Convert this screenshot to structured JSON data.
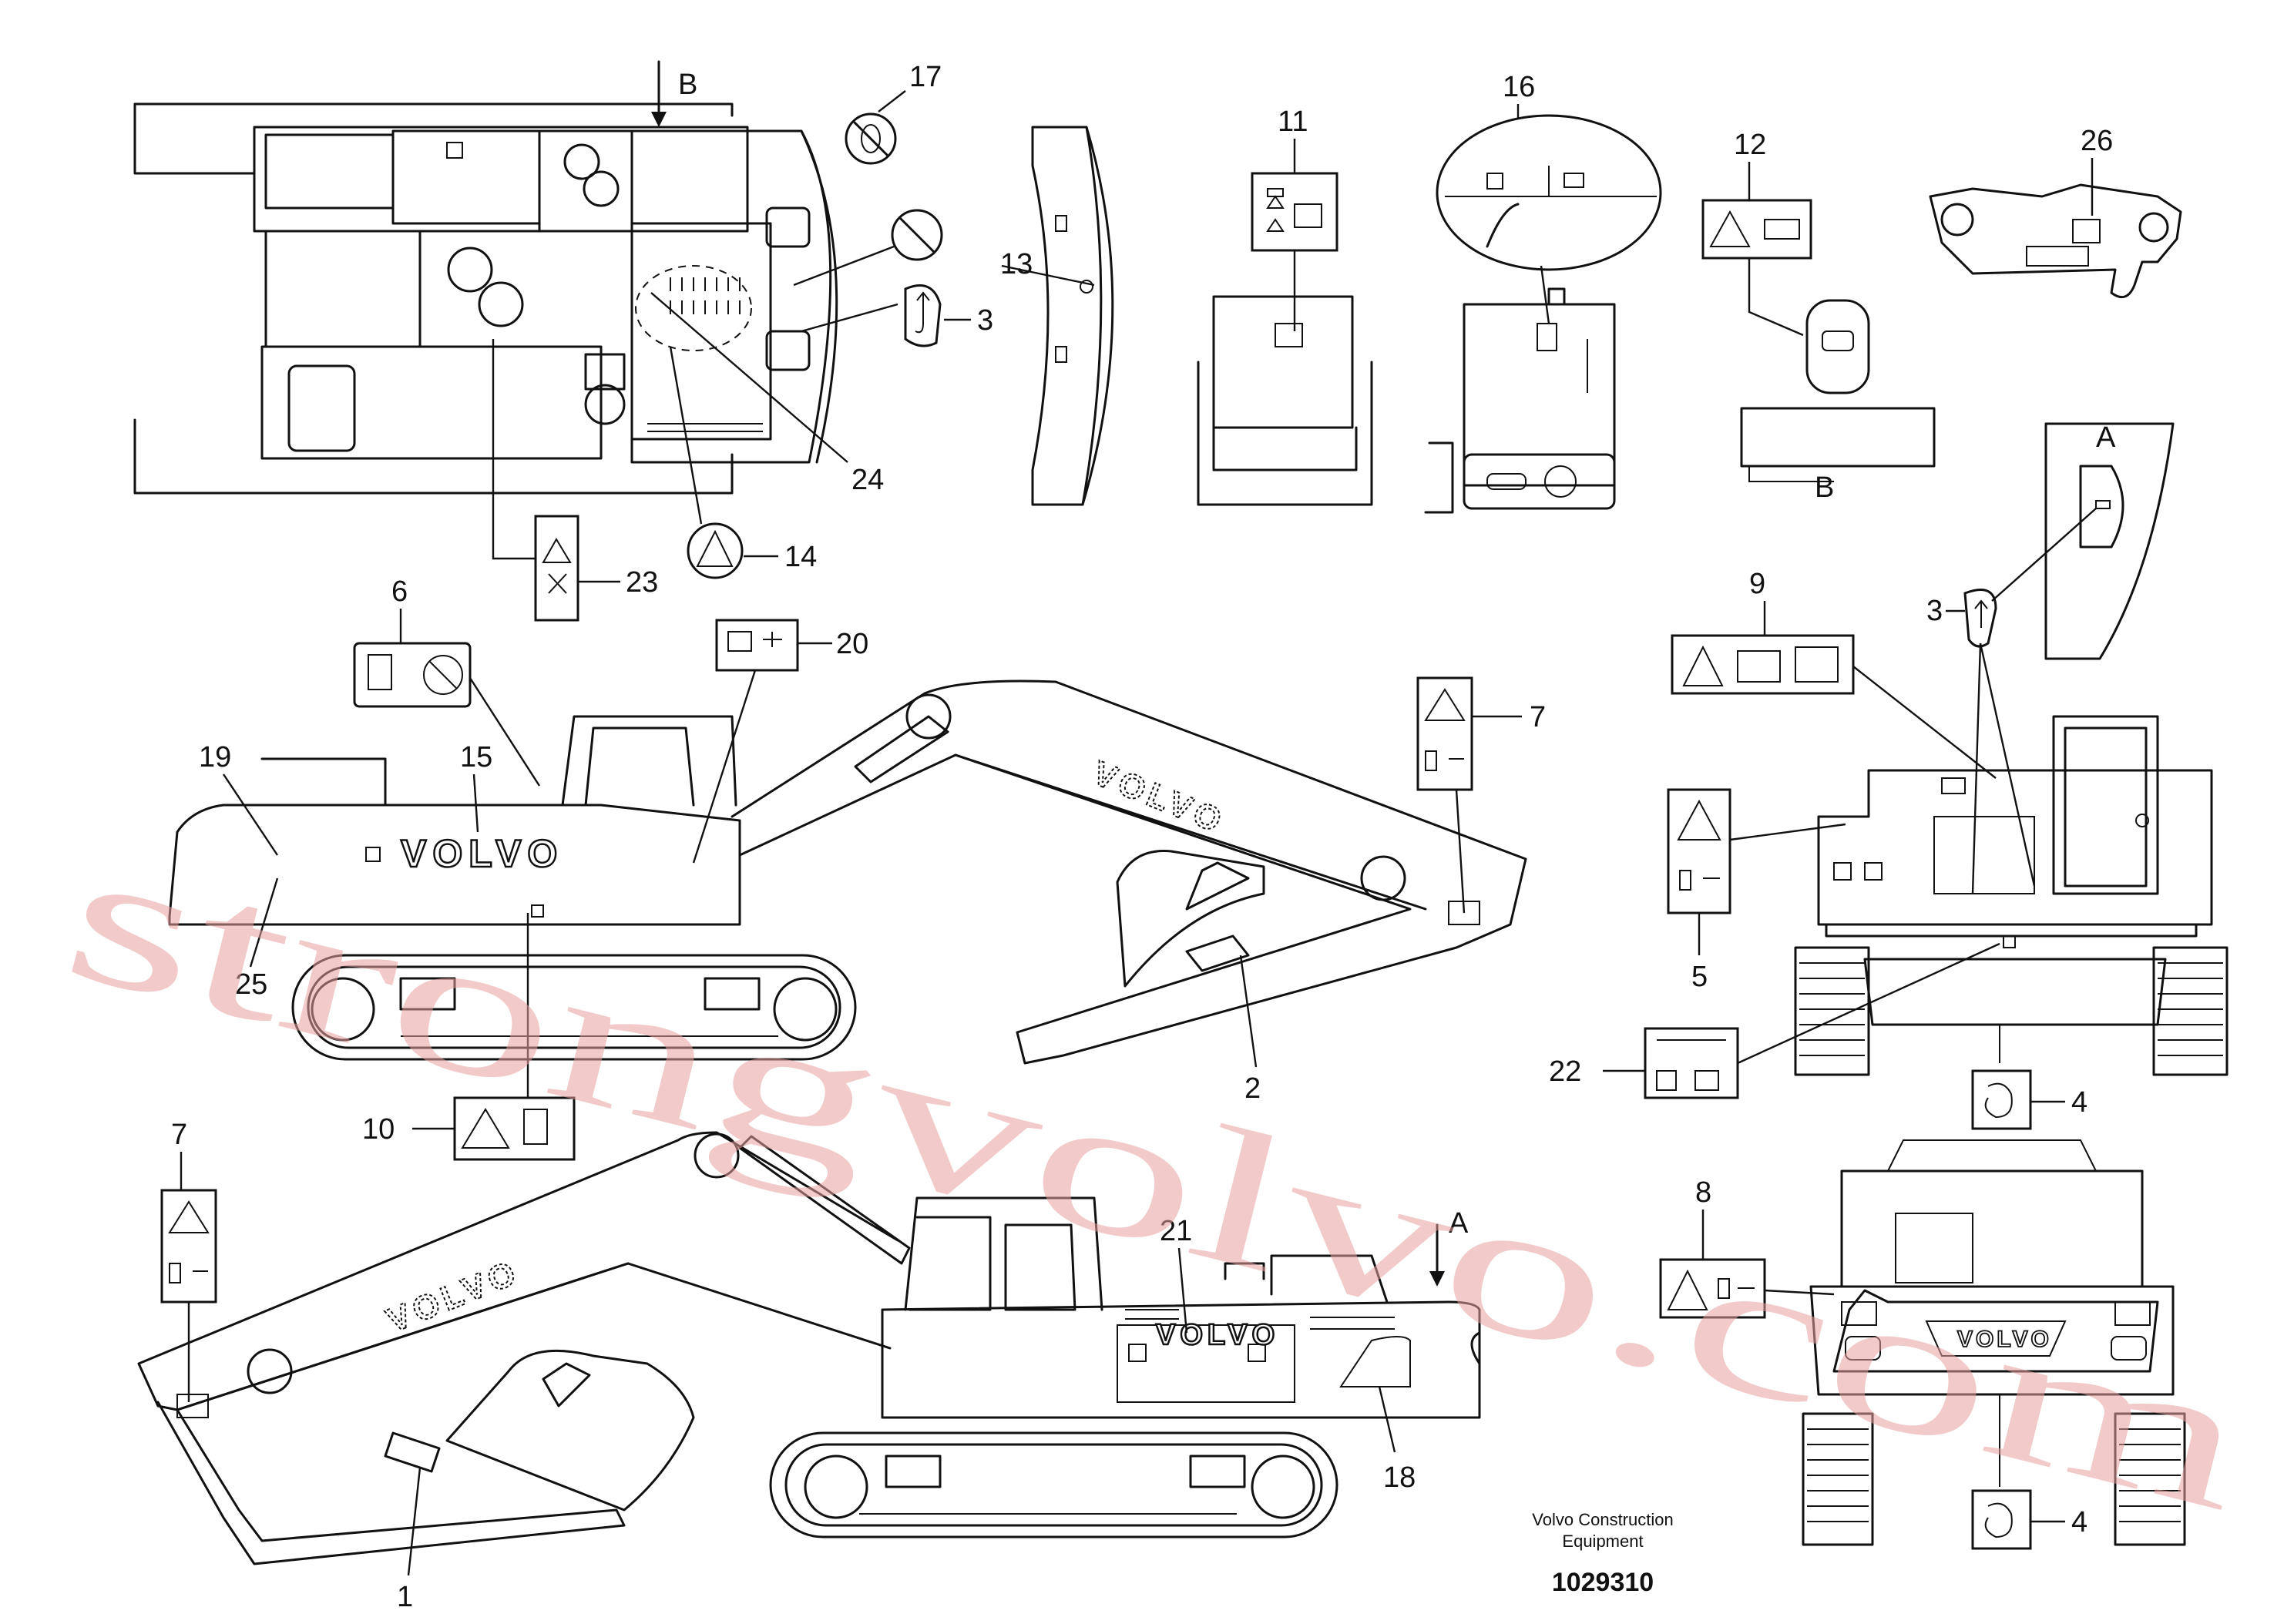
{
  "callouts": {
    "c1": "1",
    "c2": "2",
    "c3a": "3",
    "c3b": "3",
    "c4a": "4",
    "c4b": "4",
    "c5": "5",
    "c6": "6",
    "c7a": "7",
    "c7b": "7",
    "c8": "8",
    "c9": "9",
    "c10": "10",
    "c11": "11",
    "c12": "12",
    "c13": "13",
    "c14": "14",
    "c15": "15",
    "c16": "16",
    "c17": "17",
    "c18": "18",
    "c19": "19",
    "c20": "20",
    "c21": "21",
    "c22": "22",
    "c23": "23",
    "c24": "24",
    "c25": "25",
    "c26": "26"
  },
  "view_markers": {
    "view_b_top": "B",
    "view_b_detail": "B",
    "view_a_detail": "A",
    "view_a_side": "A"
  },
  "brand_text": {
    "boom_upper": "VOLVO",
    "body_upper": "VOLVO",
    "boom_lower": "VOLVO",
    "body_lower": "VOLVO",
    "front_view": "VOLVO"
  },
  "footer": {
    "company_line1": "Volvo Construction",
    "company_line2": "Equipment",
    "drawing_number": "1029310"
  },
  "watermark": "strongvolvo.com"
}
